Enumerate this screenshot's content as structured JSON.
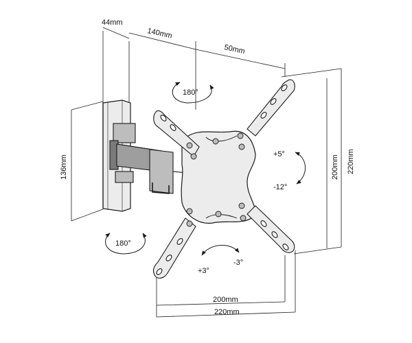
{
  "dimensions": {
    "wall_plate_depth": "44mm",
    "arm_length": "140mm",
    "arm_extension": "50mm",
    "wall_plate_height": "136mm",
    "vesa_vertical_inner": "200mm",
    "vesa_vertical_outer": "220mm",
    "vesa_horizontal_inner": "200mm",
    "vesa_horizontal_outer": "220mm"
  },
  "rotations": {
    "arm_swivel": "180°",
    "wall_swivel": "180°",
    "tilt_up": "+5°",
    "tilt_down": "-12°",
    "level_plus": "+3°",
    "level_minus": "-3°"
  },
  "colors": {
    "line": "#1a1a1a",
    "fill_light": "#ececec",
    "fill_mid": "#bdbdbd",
    "fill_dark": "#7a7a7a"
  }
}
